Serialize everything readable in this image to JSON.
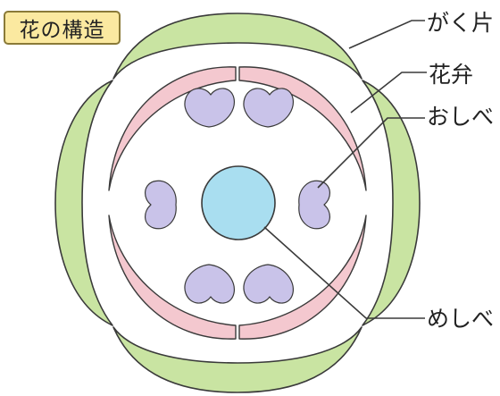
{
  "title": "花の構造",
  "labels": {
    "sepal": "がく片",
    "petal": "花弁",
    "stamen": "おしべ",
    "pistil": "めしべ"
  },
  "colors": {
    "sepal": "#c9e4a2",
    "petal": "#f4c8cf",
    "stamen": "#c9c3e9",
    "pistil": "#a9def0",
    "title_bg": "#fbe9a0",
    "line": "#3a3a3a"
  }
}
